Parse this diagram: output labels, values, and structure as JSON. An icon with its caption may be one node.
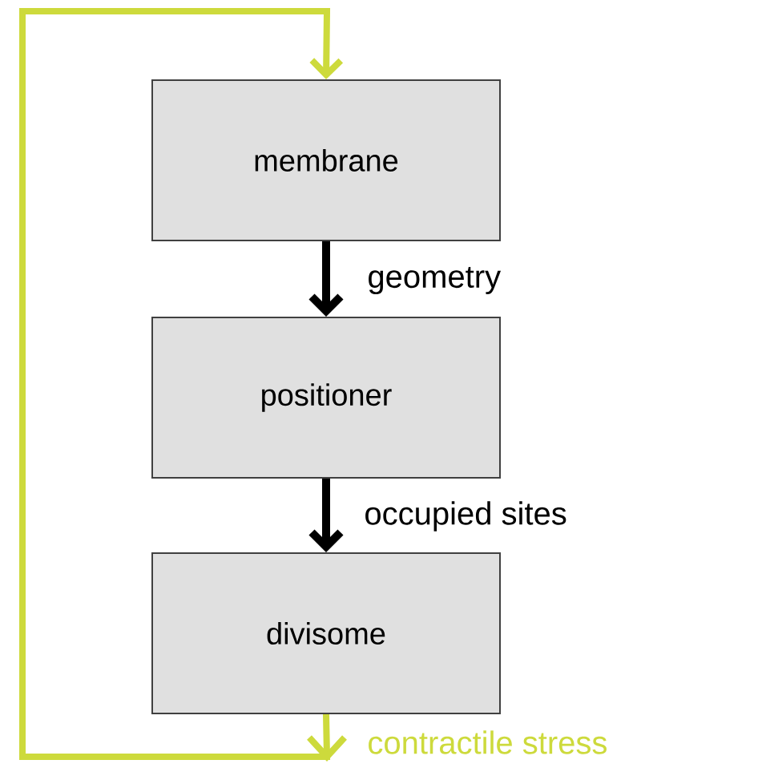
{
  "diagram": {
    "nodes": [
      {
        "text": [
          "membrane"
        ]
      },
      {
        "text": [
          "positioner"
        ]
      },
      {
        "text": [
          "divisome"
        ]
      }
    ],
    "edges": [
      {
        "from": 0,
        "to": 1,
        "arrow": "to",
        "label": "geometry"
      },
      {
        "from": 1,
        "to": 2,
        "arrow": "to",
        "label": "occupied sites"
      },
      {
        "from": 2,
        "to": 0,
        "arrow": "to",
        "label": "contractile stress",
        "color": "#cdda3c"
      }
    ]
  }
}
